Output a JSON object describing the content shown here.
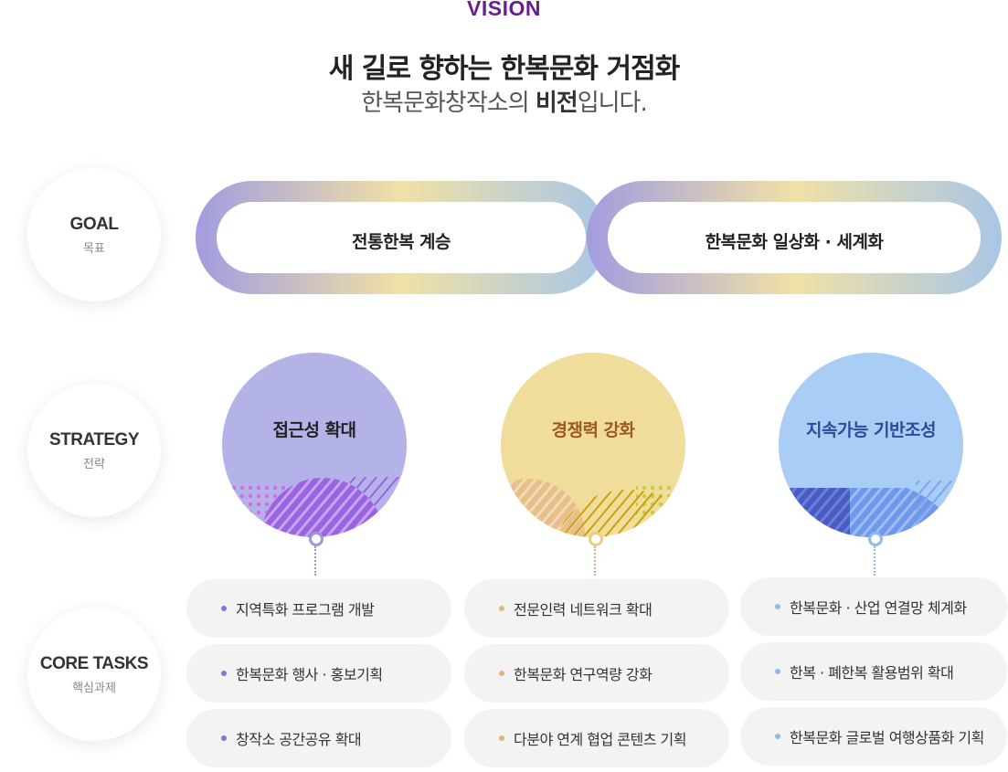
{
  "header": {
    "eyebrow": "VISION",
    "title": "새 길로 향하는 한복문화 거점화",
    "subtitle_pre": "한복문화창작소의 ",
    "subtitle_bold": "비전",
    "subtitle_post": "입니다."
  },
  "rows": {
    "goal": {
      "en": "GOAL",
      "ko": "목표"
    },
    "strategy": {
      "en": "STRATEGY",
      "ko": "전략"
    },
    "core": {
      "en": "CORE TASKS",
      "ko": "핵심과제"
    }
  },
  "goals": [
    "전통한복 계승",
    "한복문화 일상화 · 세계화"
  ],
  "strategies": [
    {
      "label": "접근성 확대",
      "color": "#b3b3e8",
      "text_color": "#222222"
    },
    {
      "label": "경쟁력 강화",
      "color": "#f0dd9b",
      "text_color": "#9b5a1f"
    },
    {
      "label": "지속가능 기반조성",
      "color": "#aacdf5",
      "text_color": "#2c4a9e"
    }
  ],
  "tasks": [
    [
      "지역특화 프로그램 개발",
      "한복문화 행사 · 홍보기획",
      "창작소 공간공유 확대"
    ],
    [
      "전문인력 네트워크 확대",
      "한복문화 연구역량 강화",
      "다분야 연계 협업 콘텐츠 기획"
    ],
    [
      "한복문화 · 산업 연결망 체계화",
      "한복 · 폐한복 활용범위 확대",
      "한복문화 글로벌 여행상품화 기획"
    ]
  ],
  "colors": {
    "vision": "#6b1f8f",
    "bullet_1": "#7b78d6",
    "bullet_2": "#e3b578",
    "bullet_3": "#8fb8ec",
    "goal_gradient_start": "#a29ce0",
    "goal_gradient_mid": "#f0e1a6",
    "goal_gradient_end": "#a8c6e6"
  }
}
